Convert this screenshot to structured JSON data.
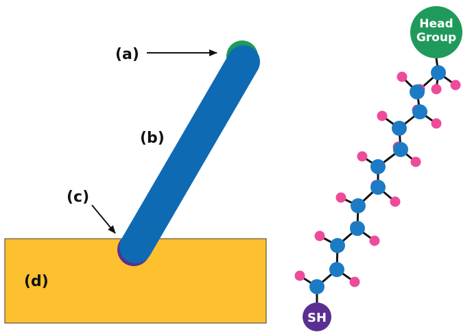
{
  "labels": {
    "a": "(a)",
    "b": "(b)",
    "c": "(c)",
    "d": "(d)"
  },
  "molecule": {
    "head_group_line1": "Head",
    "head_group_line2": "Group",
    "thiol": "SH"
  },
  "colors": {
    "substrate": "#FDC02F",
    "substrate_edge": "#3a3a3a",
    "chain": "#0F6AB4",
    "head": "#1F9A5A",
    "thiol": "#5B2F91",
    "carbon": "#1C7BC4",
    "hydrogen": "#EE4B9B",
    "bond": "#111111",
    "arrow": "#111111"
  }
}
